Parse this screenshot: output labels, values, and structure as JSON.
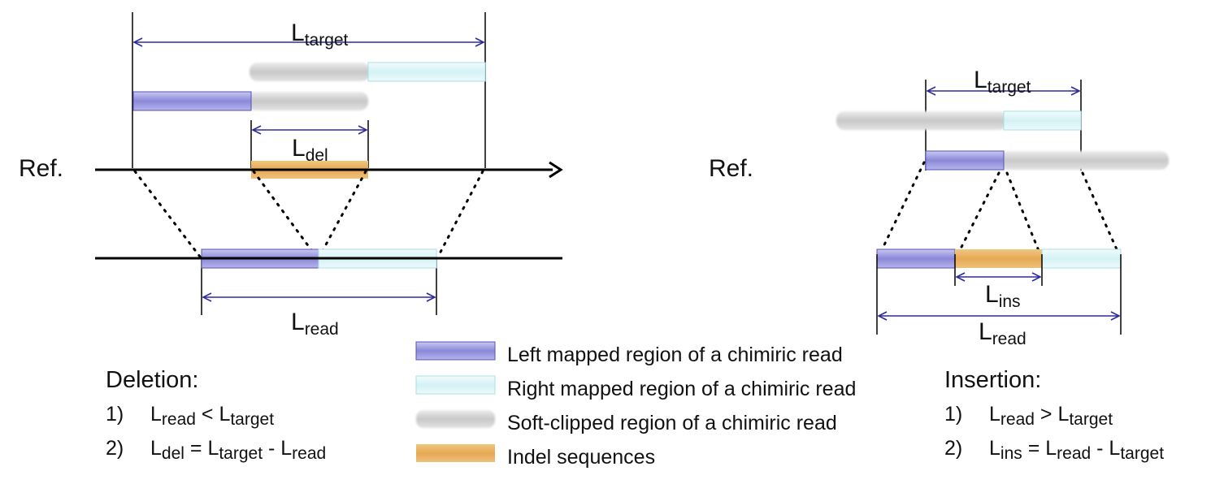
{
  "colors": {
    "left_mapped": "#8a88d8",
    "right_mapped": "#d8f4f6",
    "soft_clipped": "#cfcfcf",
    "indel": "#e9b063",
    "line": "#000000",
    "arrow": "#2b2b9e"
  },
  "ref_label": "Ref.",
  "labels": {
    "L": "L",
    "sub_target": "target",
    "sub_del": "del",
    "sub_read": "read",
    "sub_ins": "ins"
  },
  "deletion": {
    "title": "Deletion:",
    "cond1": {
      "num": "1)",
      "op": " < "
    },
    "cond2": {
      "num": "2)",
      "op_eq": " = ",
      "op_minus": " - "
    }
  },
  "insertion": {
    "title": "Insertion:",
    "cond1": {
      "num": "1)",
      "op": " > "
    },
    "cond2": {
      "num": "2)",
      "op_eq": " = ",
      "op_minus": " - "
    }
  },
  "legend": [
    {
      "key": "left_mapped",
      "label": "Left mapped region of a chimiric read"
    },
    {
      "key": "right_mapped",
      "label": "Right mapped region of a chimiric read"
    },
    {
      "key": "soft_clipped",
      "label": "Soft-clipped region of a chimiric read"
    },
    {
      "key": "indel",
      "label": "Indel sequences"
    }
  ]
}
